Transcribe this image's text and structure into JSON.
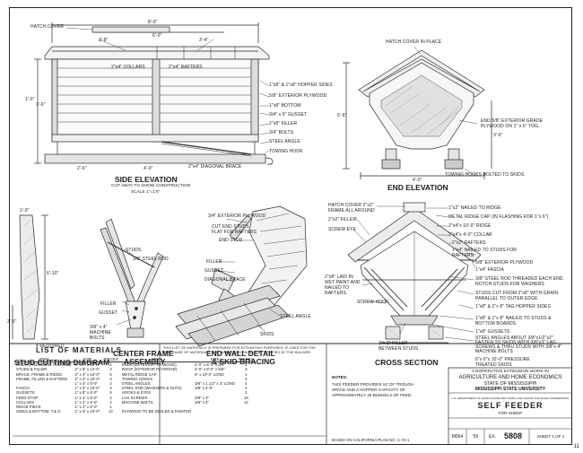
{
  "drawing": {
    "side_elevation": {
      "title": "SIDE ELEVATION",
      "subtitle": "CUT AWAY TO SHOW CONSTRUCTION",
      "scale": "SCALE 1\"=1'0\"",
      "dims": [
        "8'-0\"",
        "6'-0\"",
        "4'-0\"",
        "1'-6\"",
        "3'-8\"",
        "3'-4\"",
        "2'-6\"",
        "1'-0\""
      ],
      "callouts": [
        "HATCH COVER",
        "2\"x4\" COLLARS",
        "2\"x4\" RAFTERS",
        "1\"x8\" & 1\"x8\" HOPPER SIDES",
        "5/8\" EXTERIOR PLYWOOD",
        "1\"x8\" BOTTOM",
        "3/4\" x 5\" GUSSET",
        "2\"x8\" FILLER",
        "3/4\" BOLTS",
        "STEEL ANGLE",
        "TOWING HOOK",
        "2\"x4\" DIAGONAL BRACE"
      ]
    },
    "end_elevation": {
      "title": "END ELEVATION",
      "callouts": [
        "HATCH COVER IN PLACE",
        "END 5/8\" EXTERIOR GRADE PLYWOOD ON 1\" x 6\" TOG.",
        "TOWING HOOKS BOLTED TO SKIDS"
      ],
      "dims": [
        "4'-0\"",
        "3'-6\"",
        "5'-6\""
      ]
    },
    "stud_cutting": {
      "title": "STUD CUTTING DIAGRAM",
      "callouts": [
        "4 REQUIRED"
      ],
      "dims": [
        "6'-10\"",
        "1'-0\"",
        "3'-6\""
      ]
    },
    "center_frame": {
      "title": "CENTER FRAME",
      "title2": "ASSEMBLY",
      "callouts": [
        "STUDS",
        "3/8\" STEEL ROD",
        "FILLER",
        "GUSSET",
        "3/8\" x 4\" MACHINE BOLTS"
      ]
    },
    "end_wall": {
      "title": "END WALL DETAIL",
      "title2": "& SKID BRACING",
      "callouts": [
        "3/4\" EXTERIOR PLYWOOD",
        "CUT END STUDS FLAT FOR RAFTERS",
        "END STUD",
        "FILLER",
        "GUSSET",
        "DIAGONAL BRACE",
        "STEEL ANGLE",
        "SKIDS"
      ]
    },
    "cross_section": {
      "title": "CROSS SECTION",
      "callouts": [
        "HATCH COVER 2\"x2\" FRAME ALL AROUND",
        "2\"x2\" FILLER",
        "SCREW EYE",
        "1\"x2\" NAILED TO RIDGE",
        "METAL RIDGE CAP (IN FLASHING FOR 1\"x 6\")",
        "2\"x4\"x 10'-0\" RIDGE",
        "2\"x4\"x 4'-0\" COLLAR",
        "2\"x2\" RAFTERS",
        "1\"x4\" NAILED TO STUDS FOR RAFTERS",
        "5/8\" EXTERIOR PLYWOOD",
        "1\"x4\" FASCIA",
        "2\"x8\" LAID IN WET PAINT AND NAILED TO RAFTERS",
        "3/8\" STEEL ROD THREADED EACH END. NOTCH STUDS FOR WASHERS",
        "STUDS CUT FROM 2\"x8\" WITH GRAIN PARALLEL TO OUTER EDGE",
        "1\"x8\" & 1\"x 8\" TAG HOPPER SIDES",
        "1\"x8\" & 1\"x 8\" NAILED TO STUDS & BOTTOM BOARDS",
        "1\"x8\" GUSSETS",
        "SCREW HOOK",
        "STEEL ANGLES ABOUT 3/8\"x1/2\"x2\" FASTEN TO SKIDS WITH 3/8\"x3\" LAG SCREWS & THRU STUDS WITH 3/8\"x 4\" MACHINE BOLTS",
        "6\"x 6\"x 10'-0\" PRESSURE TREATED SKIDS",
        "1\"x 2\" FILLER BETWEEN STUDS"
      ]
    }
  },
  "materials": {
    "title": "LIST OF MATERIALS",
    "preface": "THIS LIST OF MATERIALS IS PREPARED FOR ESTIMATING PURPOSES. IF USED FOR THE PURCHASE OF MATERIALS, THE QUANTITIES SHOULD BE VERIFIED BY THE BUILDER.",
    "headers": [
      "ITEM",
      "SIZE",
      "PIECES",
      "ITEM",
      "SIZE",
      "PIECES"
    ],
    "left_rows": [
      [
        "SKIDS (PRESSURE TREATED)",
        "6\" x 6\" x 10'-0\"",
        "2"
      ],
      [
        "STUDS & FILLER",
        "2\" x 8\" x 14'-0\"",
        "3"
      ],
      [
        "BRACE, FRAME & RIDGE",
        "2\" x 4\" x 10'-0\"",
        "6"
      ],
      [
        "FRAME, FILLER & RAFTERS",
        "2\" x 2\" x 10'-0\"",
        "4"
      ],
      [
        "",
        "1\" x 4\" x 8'-0\"",
        "2"
      ],
      [
        "FASCIA",
        "1\" x 6\" x 10'-0\"",
        "3"
      ],
      [
        "GUSSETS",
        "1\" x 8\" x 8'-0\"",
        "5"
      ],
      [
        "FEED STOP",
        "1\" x 4\" x 8'-0\"",
        "2"
      ],
      [
        "COLLARS",
        "1\" x 2\" x 8'-0\"",
        "2"
      ],
      [
        "RIDGE PIECE",
        "1\" x 4\" x 8'-0\"",
        "1"
      ],
      [
        "SIDES & BOTTOM, T.& G.",
        "1\" x 6\" x 10'-0\"",
        "12"
      ]
    ],
    "right_rows": [
      [
        "ENDS (EXTERIOR PLYWOOD)",
        "4'-0\" x 8'-0\" x 5/8\"",
        "2"
      ],
      [
        "ROOF (EXTERIOR PLYWOOD)",
        "4'-0\" x 8'-0\" x 5/8\"",
        "3"
      ],
      [
        "METAL RIDGE CAP",
        "6\" x 10'-0\" LONG",
        "1"
      ],
      [
        "TOWING HOOKS",
        "",
        "2"
      ],
      [
        "STEEL ANGLES",
        "3/8\" x 1 1/2\" x 3\" LONG",
        "4"
      ],
      [
        "STEEL ROD (WASHERS & NUTS)",
        "3/8\" x 4'-0\"",
        "2"
      ],
      [
        "HOOKS & EYES",
        "",
        "2"
      ],
      [
        "LAG SCREWS",
        "3/8\" x 3\"",
        "16"
      ],
      [
        "MACHINE BOLTS",
        "3/8\" x 4\"",
        "12"
      ],
      [
        "",
        "",
        ""
      ],
      [
        "PLYWOOD TO BE SEALED & PAINTED",
        "",
        ""
      ]
    ]
  },
  "notes": {
    "label": "NOTES:",
    "lines": [
      "THIS FEEDER PROVIDES 16' OF TROUGH",
      "SPACE AND A HOPPER CAPACITY OF",
      "APPROXIMATELY 25 BUSHELS OF FEED."
    ]
  },
  "title_block": {
    "line1": "COOPERATIVE EXTENSION WORK IN",
    "line2": "AGRICULTURE AND HOME ECONOMICS",
    "line3": "STATE OF MISSISSIPPI",
    "line4": "MISSISSIPPI STATE UNIVERSITY",
    "line5": "U.S. DEPARTMENT OF AGRICULTURE AND STATE LAND GRANT COLLEGES COOPERATING",
    "name": "SELF FEEDER",
    "for": "FOR SHEEP",
    "plan_no": "M564",
    "date": "'59",
    "ex_label": "EX.",
    "ex_no": "5808",
    "sheet": "SHEET 1 OF 1",
    "based_on": "BASED ON CALIFORNIA PLAN NO. C-72-1"
  },
  "page_number": "11"
}
